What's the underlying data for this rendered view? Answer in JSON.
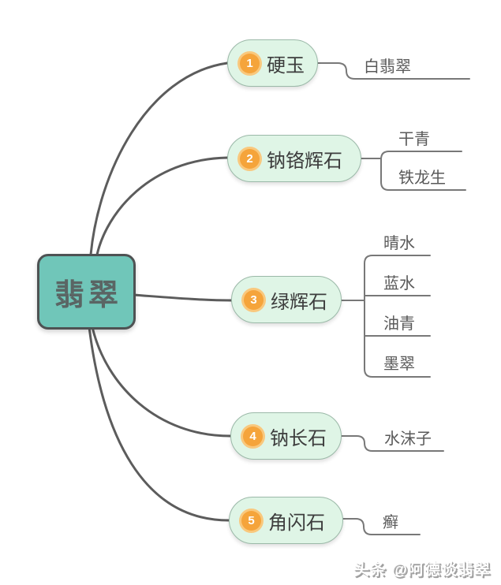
{
  "root": {
    "label": "翡翠"
  },
  "branches": [
    {
      "number": "1",
      "label": "硬玉",
      "children": [
        "白翡翠"
      ]
    },
    {
      "number": "2",
      "label": "钠铬辉石",
      "children": [
        "干青",
        "铁龙生"
      ]
    },
    {
      "number": "3",
      "label": "绿辉石",
      "children": [
        "晴水",
        "蓝水",
        "油青",
        "墨翠"
      ]
    },
    {
      "number": "4",
      "label": "钠长石",
      "children": [
        "水沫子"
      ]
    },
    {
      "number": "5",
      "label": "角闪石",
      "children": [
        "癣"
      ]
    }
  ],
  "watermark": "头条 @阿德谈翡翠",
  "colors": {
    "root_fill": "#70C6B9",
    "root_border": "#4E5253",
    "root_text": "#5A6564",
    "pill_fill": "#DFF5E6",
    "pill_border": "#9BB9A8",
    "pill_text": "#3D3D3D",
    "badge_fill": "#F5A43B",
    "badge_ring": "#F9C87D",
    "badge_text": "#FFFFFF",
    "main_line": "#5C5C5C",
    "child_line": "#787878",
    "child_text": "#595959",
    "watermark_shadow": "#9F9F9F"
  }
}
